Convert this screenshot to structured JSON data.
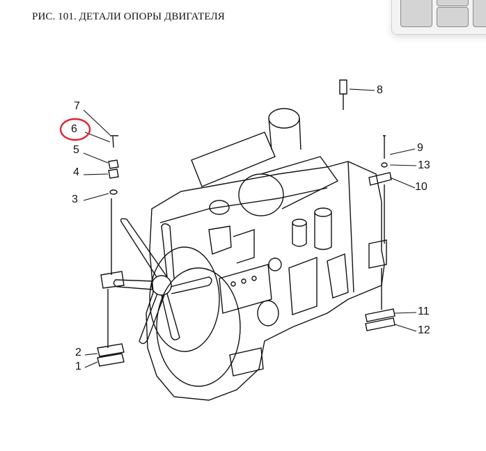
{
  "document": {
    "title": "РИС. 101. ДЕТАЛИ ОПОРЫ ДВИГАТЕЛЯ"
  },
  "callouts": {
    "c1": "1",
    "c2": "2",
    "c3": "3",
    "c4": "4",
    "c5": "5",
    "c6": "6",
    "c7": "7",
    "c8": "8",
    "c9": "9",
    "c10": "10",
    "c11": "11",
    "c12": "12",
    "c13": "13"
  },
  "highlight": {
    "callout": "6",
    "color": "#e0252a"
  },
  "snap_layout": {
    "zones": 4
  }
}
